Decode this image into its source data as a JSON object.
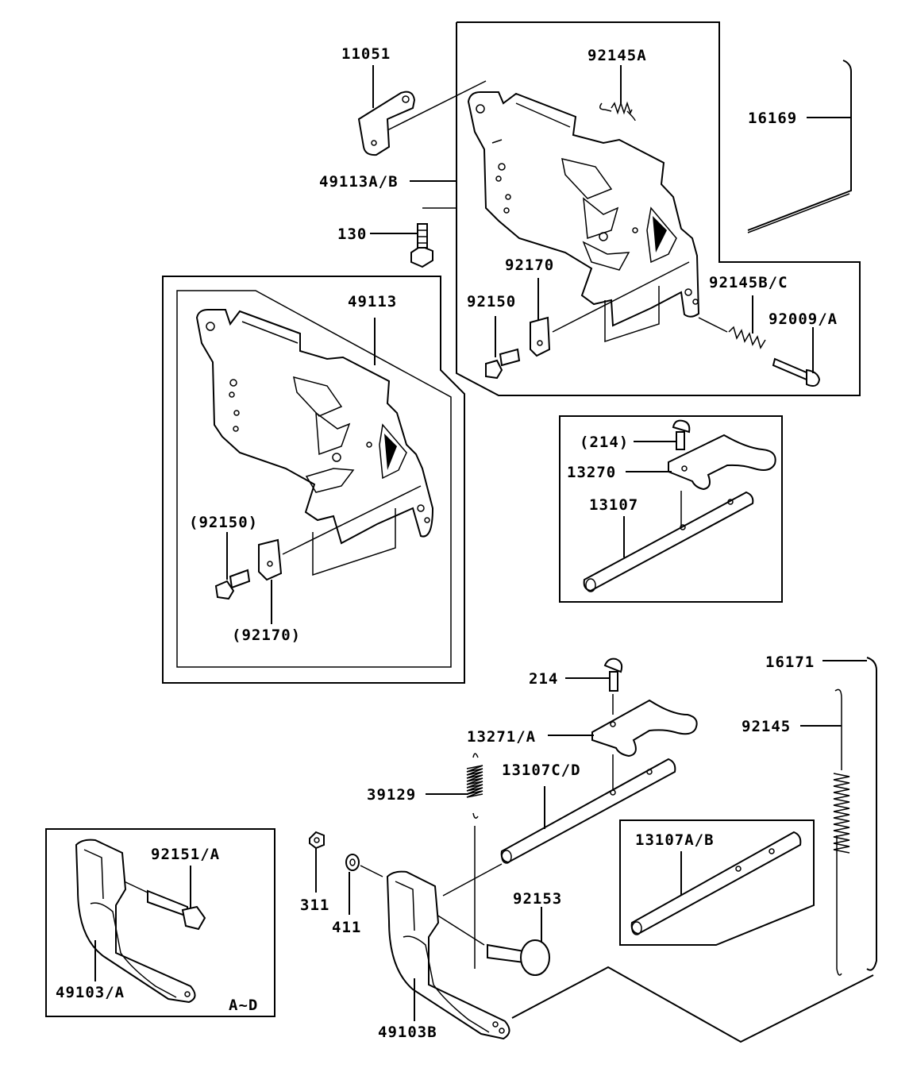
{
  "diagram": {
    "labels": {
      "p11051": "11051",
      "p92145A": "92145A",
      "p16169": "16169",
      "p49113AB": "49113A/B",
      "p130": "130",
      "p92170": "92170",
      "p92150": "92150",
      "p92145BC": "92145B/C",
      "p92009A": "92009/A",
      "p49113": "49113",
      "p92150paren": "(92150)",
      "p92170paren": "(92170)",
      "p214paren": "(214)",
      "p13270": "13270",
      "p13107": "13107",
      "p16171": "16171",
      "p214": "214",
      "p92145": "92145",
      "p13271A": "13271/A",
      "p13107CD": "13107C/D",
      "p39129": "39129",
      "p13107AB": "13107A/B",
      "p92151A": "92151/A",
      "p311": "311",
      "p411": "411",
      "p92153": "92153",
      "p49103A": "49103/A",
      "p49103B": "49103B",
      "pAD": "A~D"
    }
  }
}
